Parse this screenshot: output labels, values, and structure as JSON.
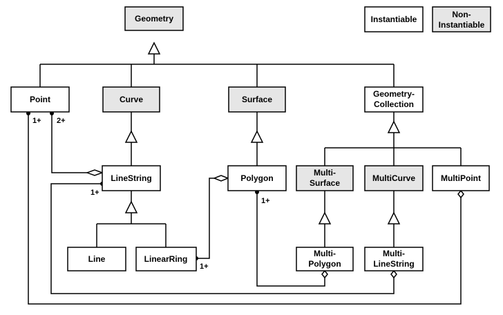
{
  "legend": {
    "instantiable": "Instantiable",
    "non_instantiable": [
      "Non-",
      "Instantiable"
    ]
  },
  "classes": {
    "geometry": [
      "Geometry"
    ],
    "point": [
      "Point"
    ],
    "curve": [
      "Curve"
    ],
    "surface": [
      "Surface"
    ],
    "geometry_collection": [
      "Geometry-",
      "Collection"
    ],
    "linestring": [
      "LineString"
    ],
    "polygon": [
      "Polygon"
    ],
    "multi_surface": [
      "Multi-",
      "Surface"
    ],
    "multi_curve": [
      "MultiCurve"
    ],
    "multi_point": [
      "MultiPoint"
    ],
    "line": [
      "Line"
    ],
    "linear_ring": [
      "LinearRing"
    ],
    "multi_polygon": [
      "Multi-",
      "Polygon"
    ],
    "multi_linestring": [
      "Multi-",
      "LineString"
    ]
  },
  "multiplicities": {
    "point_multi_point": "1+",
    "point_linestring": "2+",
    "linestring_multi_linestring": "1+",
    "linearring_polygon": "1+",
    "polygon_multi_polygon": "1+"
  },
  "colors": {
    "abstract_fill": "#e6e6e6",
    "concrete_fill": "#ffffff",
    "stroke": "#000000"
  }
}
